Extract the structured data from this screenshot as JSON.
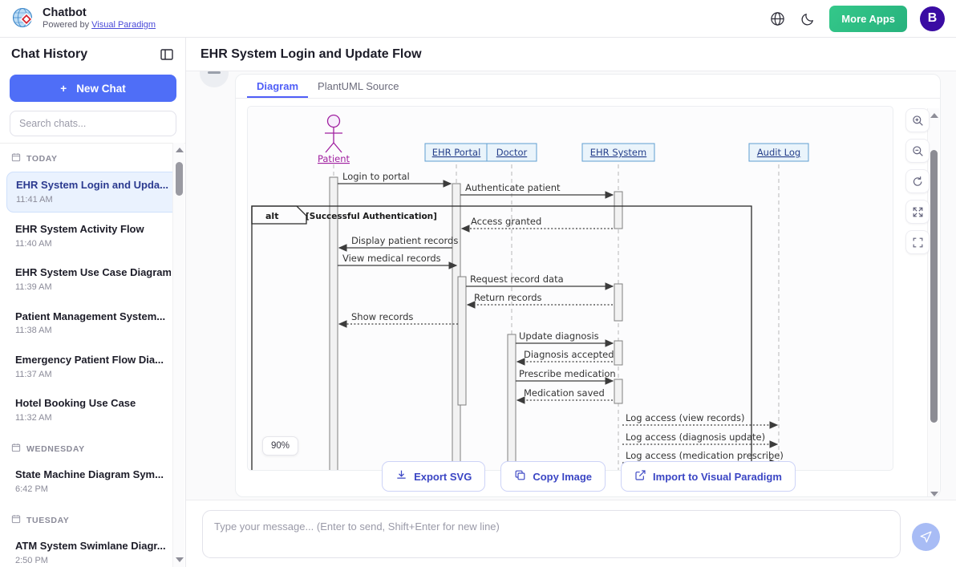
{
  "header": {
    "brand_title": "Chatbot",
    "powered_prefix": "Powered by ",
    "powered_link": "Visual Paradigm",
    "globe_icon": "globe-icon",
    "theme_icon": "moon-icon",
    "more_apps_label": "More Apps",
    "avatar_initial": "B",
    "accent_green": "#2fbd84",
    "avatar_color": "#3a0ca3"
  },
  "sidebar": {
    "title": "Chat History",
    "collapse_icon": "panel-toggle-icon",
    "new_chat_label": "New Chat",
    "search_placeholder": "Search chats...",
    "groups": [
      {
        "label": "TODAY",
        "items": [
          {
            "name": "EHR System Login and Upda...",
            "time": "11:41 AM",
            "active": true
          },
          {
            "name": "EHR System Activity Flow",
            "time": "11:40 AM",
            "active": false
          },
          {
            "name": "EHR System Use Case Diagram",
            "time": "11:39 AM",
            "active": false
          },
          {
            "name": "Patient Management System...",
            "time": "11:38 AM",
            "active": false
          },
          {
            "name": "Emergency Patient Flow Dia...",
            "time": "11:37 AM",
            "active": false
          },
          {
            "name": "Hotel Booking Use Case",
            "time": "11:32 AM",
            "active": false
          }
        ]
      },
      {
        "label": "WEDNESDAY",
        "items": [
          {
            "name": "State Machine Diagram Sym...",
            "time": "6:42 PM",
            "active": false
          }
        ]
      },
      {
        "label": "TUESDAY",
        "items": [
          {
            "name": "ATM System Swimlane Diagr...",
            "time": "2:50 PM",
            "active": false
          }
        ]
      }
    ]
  },
  "main": {
    "title": "EHR System Login and Update Flow",
    "tabs": [
      {
        "label": "Diagram",
        "active": true
      },
      {
        "label": "PlantUML Source",
        "active": false
      }
    ],
    "zoom_level": "90%",
    "controls": [
      "zoom-in-icon",
      "zoom-out-icon",
      "reset-zoom-icon",
      "expand-icon",
      "fit-screen-icon"
    ],
    "actions": [
      {
        "label": "Export SVG",
        "icon": "download-icon"
      },
      {
        "label": "Copy Image",
        "icon": "copy-icon"
      },
      {
        "label": "Import to Visual Paradigm",
        "icon": "external-link-icon"
      }
    ]
  },
  "composer": {
    "placeholder": "Type your message... (Enter to send, Shift+Enter for new line)",
    "send_icon": "send-icon"
  },
  "diagram": {
    "type": "uml-sequence",
    "actor": {
      "name": "Patient",
      "color": "#a020a0"
    },
    "participants": [
      {
        "name": "EHR Portal"
      },
      {
        "name": "Doctor"
      },
      {
        "name": "EHR System"
      },
      {
        "name": "Audit Log"
      }
    ],
    "fragment": {
      "type": "alt",
      "guard": "[Successful Authentication]"
    },
    "messages": [
      {
        "label": "Login to portal",
        "from": "Patient",
        "to": "EHR Portal",
        "style": "solid"
      },
      {
        "label": "Authenticate patient",
        "from": "EHR Portal",
        "to": "EHR System",
        "style": "solid"
      },
      {
        "label": "Access granted",
        "from": "EHR System",
        "to": "EHR Portal",
        "style": "dashed"
      },
      {
        "label": "Display patient records",
        "from": "EHR Portal",
        "to": "Patient",
        "style": "solid"
      },
      {
        "label": "View medical records",
        "from": "Patient",
        "to": "EHR Portal",
        "style": "solid"
      },
      {
        "label": "Request record data",
        "from": "EHR Portal",
        "to": "EHR System",
        "style": "solid"
      },
      {
        "label": "Return records",
        "from": "EHR System",
        "to": "EHR Portal",
        "style": "dashed"
      },
      {
        "label": "Show records",
        "from": "EHR Portal",
        "to": "Patient",
        "style": "dashed"
      },
      {
        "label": "Update diagnosis",
        "from": "Doctor",
        "to": "EHR System",
        "style": "solid"
      },
      {
        "label": "Diagnosis accepted",
        "from": "EHR System",
        "to": "Doctor",
        "style": "dashed"
      },
      {
        "label": "Prescribe medication",
        "from": "Doctor",
        "to": "EHR System",
        "style": "solid"
      },
      {
        "label": "Medication saved",
        "from": "EHR System",
        "to": "Doctor",
        "style": "dashed"
      },
      {
        "label": "Log access (view records)",
        "from": "EHR System",
        "to": "Audit Log",
        "style": "dashed"
      },
      {
        "label": "Log access (diagnosis update)",
        "from": "EHR System",
        "to": "Audit Log",
        "style": "dashed"
      },
      {
        "label": "Log access (medication prescribe)",
        "from": "EHR System",
        "to": "Audit Log",
        "style": "dashed"
      }
    ]
  }
}
